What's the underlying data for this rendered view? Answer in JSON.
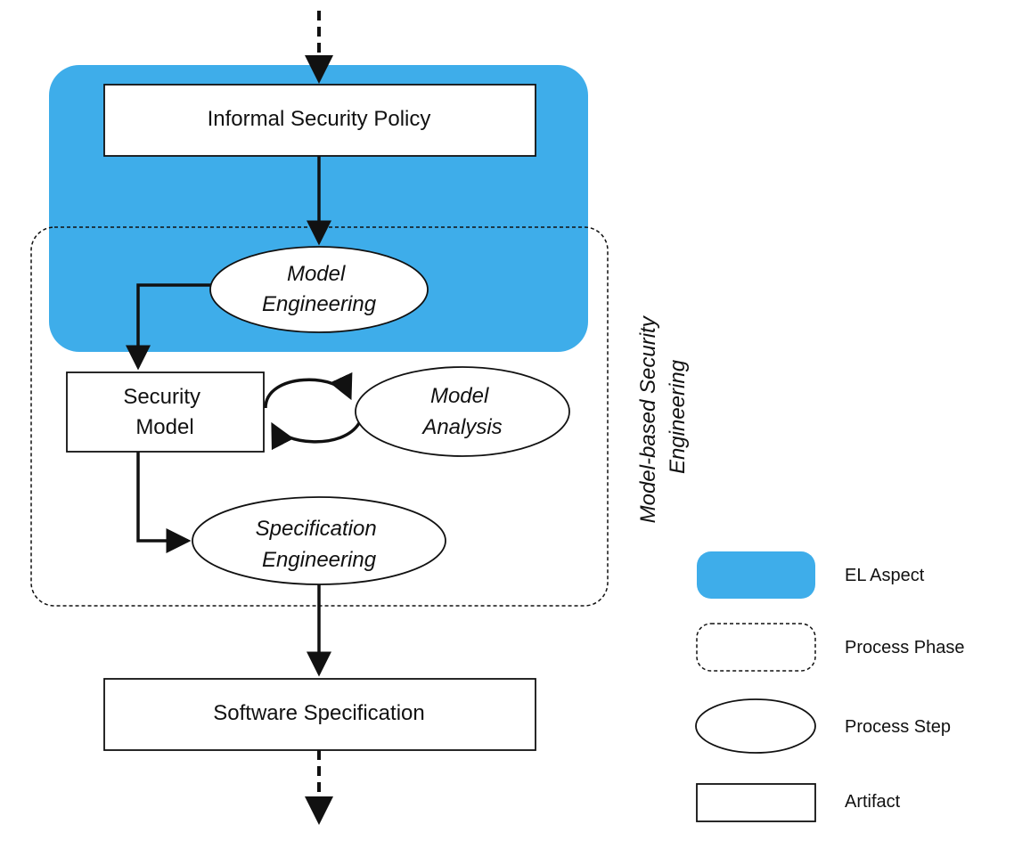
{
  "colors": {
    "el_aspect_fill": "#3eadea",
    "stroke": "#111111",
    "background": "#ffffff"
  },
  "nodes": {
    "informal_policy": "Informal Security Policy",
    "model_engineering": [
      "Model",
      "Engineering"
    ],
    "security_model": [
      "Security",
      "Model"
    ],
    "model_analysis": [
      "Model",
      "Analysis"
    ],
    "specification_engineering": [
      "Specification",
      "Engineering"
    ],
    "software_specification": "Software Specification"
  },
  "phase_label": [
    "Model-based Security",
    "Engineering"
  ],
  "legend": [
    {
      "shape": "blue-rounded-rect",
      "label": "EL Aspect"
    },
    {
      "shape": "dashed-rounded-rect",
      "label": "Process Phase"
    },
    {
      "shape": "ellipse",
      "label": "Process Step"
    },
    {
      "shape": "rect",
      "label": "Artifact"
    }
  ]
}
